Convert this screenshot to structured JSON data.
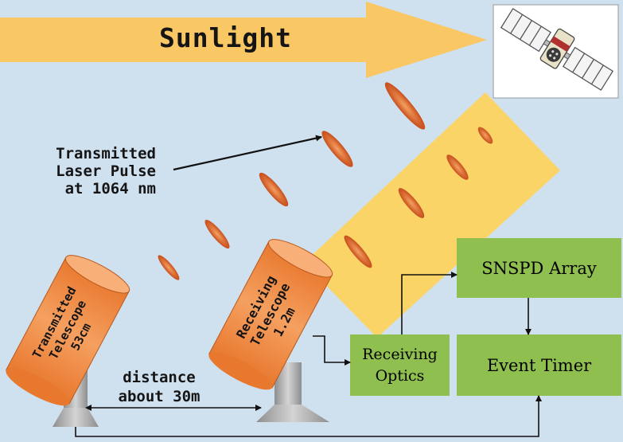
{
  "colors": {
    "background": "#cfe0ef",
    "sunlight": "#f9c763",
    "return_beam": "#fbd468",
    "pulse": "#d8622a",
    "telescope": "#ef8740",
    "box": "#8fbf4f",
    "stand": "#a8a8a8"
  },
  "icons": {
    "satellite": "satellite-icon"
  },
  "sunlight_label": "Sunlight",
  "laser_label": {
    "line1": "Transmitted",
    "line2": "Laser Pulse",
    "line3": "at 1064 nm"
  },
  "transmitted_telescope": {
    "line1": "Transmitted",
    "line2": "Telescope",
    "line3": "53cm"
  },
  "receiving_telescope": {
    "line1": "Receiving",
    "line2": "Telescope",
    "line3": "1.2m"
  },
  "distance_label": {
    "line1": "distance",
    "line2": "about 30m"
  },
  "boxes": {
    "receiving_optics": {
      "line1": "Receiving",
      "line2": "Optics"
    },
    "snspd": "SNSPD Array",
    "event_timer": "Event Timer"
  }
}
